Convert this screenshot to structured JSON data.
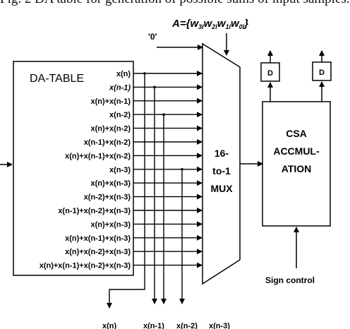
{
  "caption": "Fig. 2 DA table for generation of possible sums of input samples.",
  "da_table": {
    "title": "DA-TABLE",
    "rows": [
      "x(n)",
      "x(n-1)",
      "x(n)+x(n-1)",
      "x(n-2)",
      "x(n)+x(n-2)",
      "x(n-1)+x(n-2)",
      "x(n)+x(n-1)+x(n-2)",
      "x(n-3)",
      "x(n)+x(n-3)",
      "x(n-2)+x(n-3)",
      "x(n-1)+x(n-2)+x(n-3)",
      "x(n)+x(n-3)",
      "x(n)+x(n-1)+x(n-3)",
      "x(n)+x(n-2)+x(n-3)",
      "x(n)+x(n-1)+x(n-2)+x(n-3)"
    ]
  },
  "zero_input": "'0'",
  "select_label": {
    "prefix": "A={",
    "terms": [
      {
        "base": "w",
        "sub": "3l"
      },
      {
        "base": "w",
        "sub": "2l"
      },
      {
        "base": "w",
        "sub": "1l"
      },
      {
        "base": "w",
        "sub": "0l"
      }
    ],
    "suffix": "}"
  },
  "mux": {
    "lines": [
      "16-",
      "to-1",
      "MUX"
    ]
  },
  "csa": {
    "lines": [
      "CSA",
      "ACCMUL-",
      "ATION"
    ]
  },
  "register_label": "D",
  "sign_control": "Sign control",
  "outputs": [
    "x(n)",
    "x(n-1)",
    "x(n-2)",
    "x(n-3)"
  ]
}
